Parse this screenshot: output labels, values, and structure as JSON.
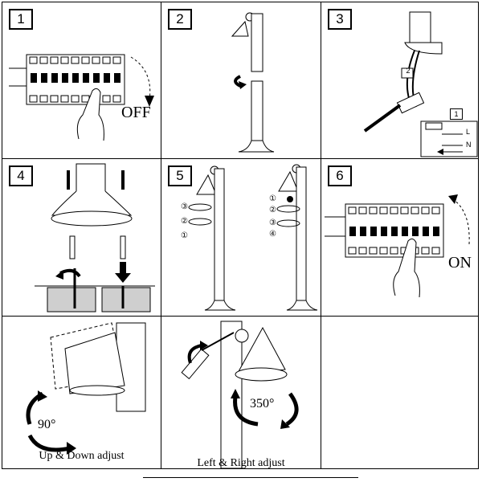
{
  "steps": [
    {
      "number": "1",
      "label": "OFF"
    },
    {
      "number": "2"
    },
    {
      "number": "3",
      "inset_number": "1",
      "callout_number": "2",
      "terminals": [
        "L",
        "N"
      ]
    },
    {
      "number": "4"
    },
    {
      "number": "5",
      "part_markers_left": [
        "③",
        "②",
        "①"
      ],
      "part_markers_right": [
        "①",
        "②",
        "③",
        "④"
      ]
    },
    {
      "number": "6",
      "label": "ON"
    }
  ],
  "adjust": [
    {
      "angle": "90°",
      "caption": "Up & Down adjust"
    },
    {
      "angle": "350°",
      "caption": "Left & Right adjust"
    }
  ]
}
